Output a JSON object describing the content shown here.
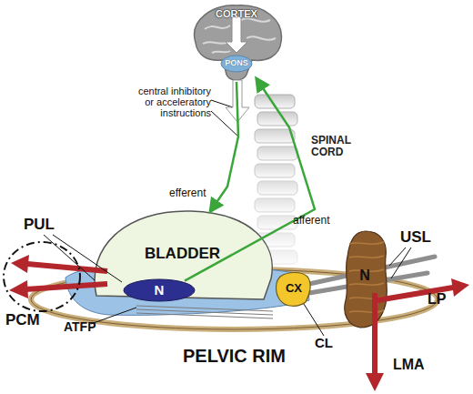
{
  "diagram": {
    "nodes": [
      {
        "text": [
          "CORTEX",
          "PONS"
        ]
      },
      {
        "text": [
          "SPINAL CORD"
        ]
      },
      {
        "text": [
          "BLADDER"
        ]
      },
      {
        "text": [
          "N"
        ],
        "in": 2
      },
      {
        "text": [
          "PELVIC RIM"
        ]
      },
      {
        "text": [
          "CX"
        ]
      },
      {
        "text": [
          "N"
        ]
      }
    ],
    "edges": [
      {
        "from": 0,
        "to": 2,
        "arrow": "to",
        "label": "efferent"
      },
      {
        "from": 3,
        "to": 0,
        "arrow": "to",
        "label": "afferent"
      }
    ],
    "labels": [
      "central inhibitory or acceleratory instructions",
      "PUL",
      "USL",
      "PCM",
      "ATFP",
      "CL",
      "LP",
      "LMA"
    ]
  }
}
